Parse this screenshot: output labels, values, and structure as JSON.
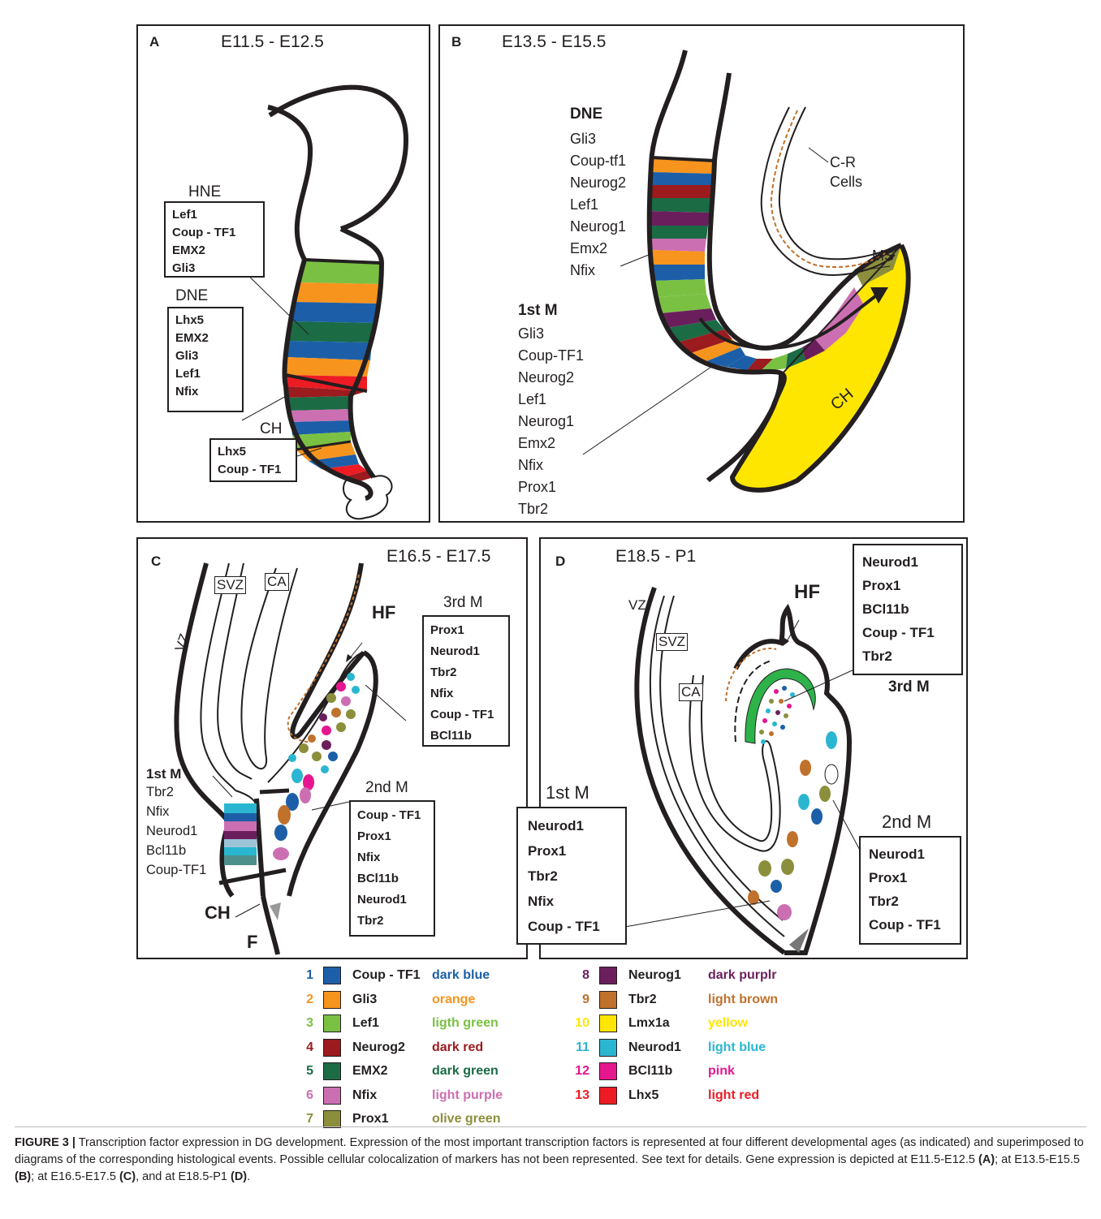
{
  "panels": {
    "A": {
      "label": "A",
      "age": "E11.5 - E12.5",
      "hne": {
        "title": "HNE",
        "items": [
          "Lef1",
          "Coup - TF1",
          "EMX2",
          "Gli3"
        ]
      },
      "dne": {
        "title": "DNE",
        "items": [
          "Lhx5",
          "EMX2",
          "Gli3",
          "Lef1",
          "Nfix"
        ]
      },
      "ch": {
        "title": "CH",
        "items": [
          "Lhx5",
          "Coup - TF1"
        ]
      }
    },
    "B": {
      "label": "B",
      "age": "E13.5 - E15.5",
      "dne": {
        "title": "DNE",
        "items": [
          "Gli3",
          "Coup-tf1",
          "Neurog2",
          "Lef1",
          "Neurog1",
          "Emx2",
          "Nfix"
        ]
      },
      "m1": {
        "title": "1st M",
        "items": [
          "Gli3",
          "Coup-TF1",
          "Neurog2",
          "Lef1",
          "Neurog1",
          "Emx2",
          "Nfix",
          "Prox1",
          "Tbr2"
        ]
      },
      "cr": [
        "C-R",
        "Cells"
      ],
      "ms": "MS",
      "ch": "CH"
    },
    "C": {
      "label": "C",
      "age": "E16.5 - E17.5",
      "svz": "SVZ",
      "ca": "CA",
      "vz": "VZ",
      "hf": "HF",
      "ch": "CH",
      "f": "F",
      "m3": {
        "title": "3rd M",
        "items": [
          "Prox1",
          "Neurod1",
          "Tbr2",
          "Nfix",
          "Coup - TF1",
          "BCl11b"
        ]
      },
      "m2": {
        "title": "2nd M",
        "items": [
          "Coup - TF1",
          "Prox1",
          "Nfix",
          "BCl11b",
          "Neurod1",
          "Tbr2"
        ]
      },
      "m1": {
        "title": "1st M",
        "items": [
          "Tbr2",
          "Nfix",
          "Neurod1",
          "Bcl11b",
          "Coup-TF1"
        ]
      }
    },
    "D": {
      "label": "D",
      "age": "E18.5 - P1",
      "vz": "VZ",
      "svz": "SVZ",
      "ca": "CA",
      "hf": "HF",
      "m3": {
        "title": "3rd M",
        "items": [
          "Neurod1",
          "Prox1",
          "BCl11b",
          "Coup - TF1",
          "Tbr2"
        ]
      },
      "m1": {
        "title": "1st M",
        "items": [
          "Neurod1",
          "Prox1",
          "Tbr2",
          "Nfix",
          "Coup - TF1"
        ]
      },
      "m2": {
        "title": "2nd M",
        "items": [
          "Neurod1",
          "Prox1",
          "Tbr2",
          "Coup - TF1"
        ]
      }
    }
  },
  "legend": [
    {
      "num": "1",
      "gene": "Coup - TF1",
      "color_name": "dark blue",
      "color": "#1c5fa8"
    },
    {
      "num": "2",
      "gene": "Gli3",
      "color_name": "orange",
      "color": "#f7941d"
    },
    {
      "num": "3",
      "gene": "Lef1",
      "color_name": "ligth green",
      "color": "#7ac143"
    },
    {
      "num": "4",
      "gene": "Neurog2",
      "color_name": "dark red",
      "color": "#9b1b1f"
    },
    {
      "num": "5",
      "gene": "EMX2",
      "color_name": "dark green",
      "color": "#1b6b45"
    },
    {
      "num": "6",
      "gene": "Nfix",
      "color_name": "light purple",
      "color": "#cc6fb2"
    },
    {
      "num": "7",
      "gene": "Prox1",
      "color_name": "olive green",
      "color": "#8b8f3c"
    },
    {
      "num": "8",
      "gene": "Neurog1",
      "color_name": "dark purplr",
      "color": "#6a1f5c"
    },
    {
      "num": "9",
      "gene": "Tbr2",
      "color_name": "light brown",
      "color": "#c0712c"
    },
    {
      "num": "10",
      "gene": "Lmx1a",
      "color_name": "yellow",
      "color": "#ffe600"
    },
    {
      "num": "11",
      "gene": "Neurod1",
      "color_name": "light blue",
      "color": "#2ab6d0"
    },
    {
      "num": "12",
      "gene": "BCl11b",
      "color_name": "pink",
      "color": "#e6168f"
    },
    {
      "num": "13",
      "gene": "Lhx5",
      "color_name": "light red",
      "color": "#ed1c24"
    }
  ],
  "caption": {
    "prefix": "FIGURE 3 |",
    "text": " Transcription factor expression in DG development. Expression of the most important transcription factors is represented at four different developmental ages (as indicated) and superimposed to diagrams of the corresponding histological events. Possible cellular colocalization of markers has not been represented. See text for details. Gene expression is depicted at E11.5-E12.5 ",
    "a": "(A)",
    "t1": "; at E13.5-E15.5 ",
    "b": "(B)",
    "t2": "; at E16.5-E17.5 ",
    "c": "(C)",
    "t3": ", and at E18.5-P1 ",
    "d": "(D)",
    "t4": "."
  }
}
